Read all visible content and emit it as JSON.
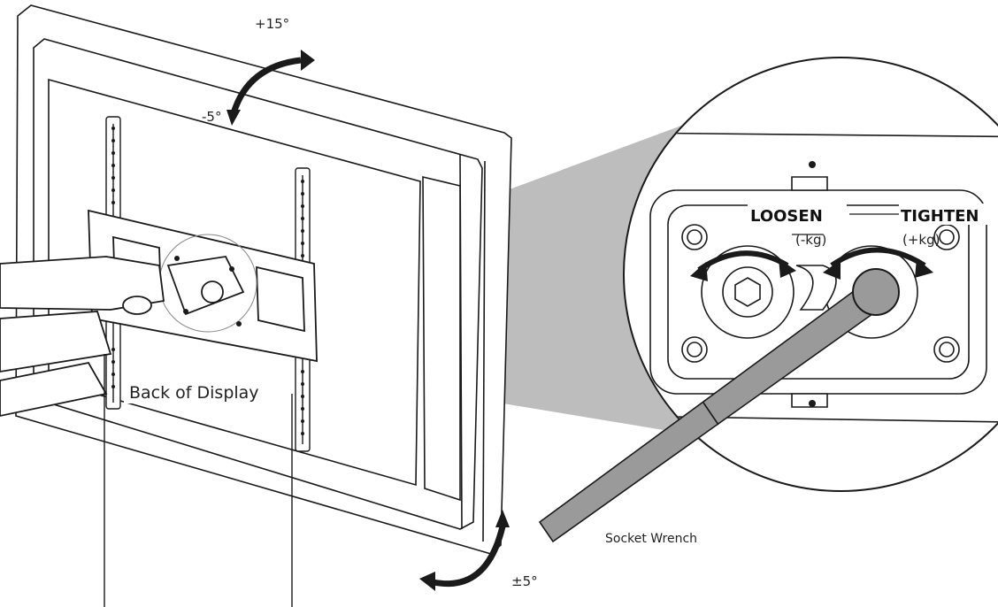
{
  "labels": {
    "tilt_up": "+15°",
    "tilt_down": "-5°",
    "swivel": "±5°",
    "back_of_display": "Back of Display",
    "loosen": "LOOSEN",
    "tighten": "TIGHTEN",
    "loosen_unit": "(-kg)",
    "tighten_unit": "(+kg)",
    "socket_wrench": "Socket Wrench"
  },
  "colors": {
    "line": "#1a1a1a",
    "zoom_cone": "#bdbdbd",
    "wrench": "#9a9a9a",
    "fill": "#ffffff"
  }
}
